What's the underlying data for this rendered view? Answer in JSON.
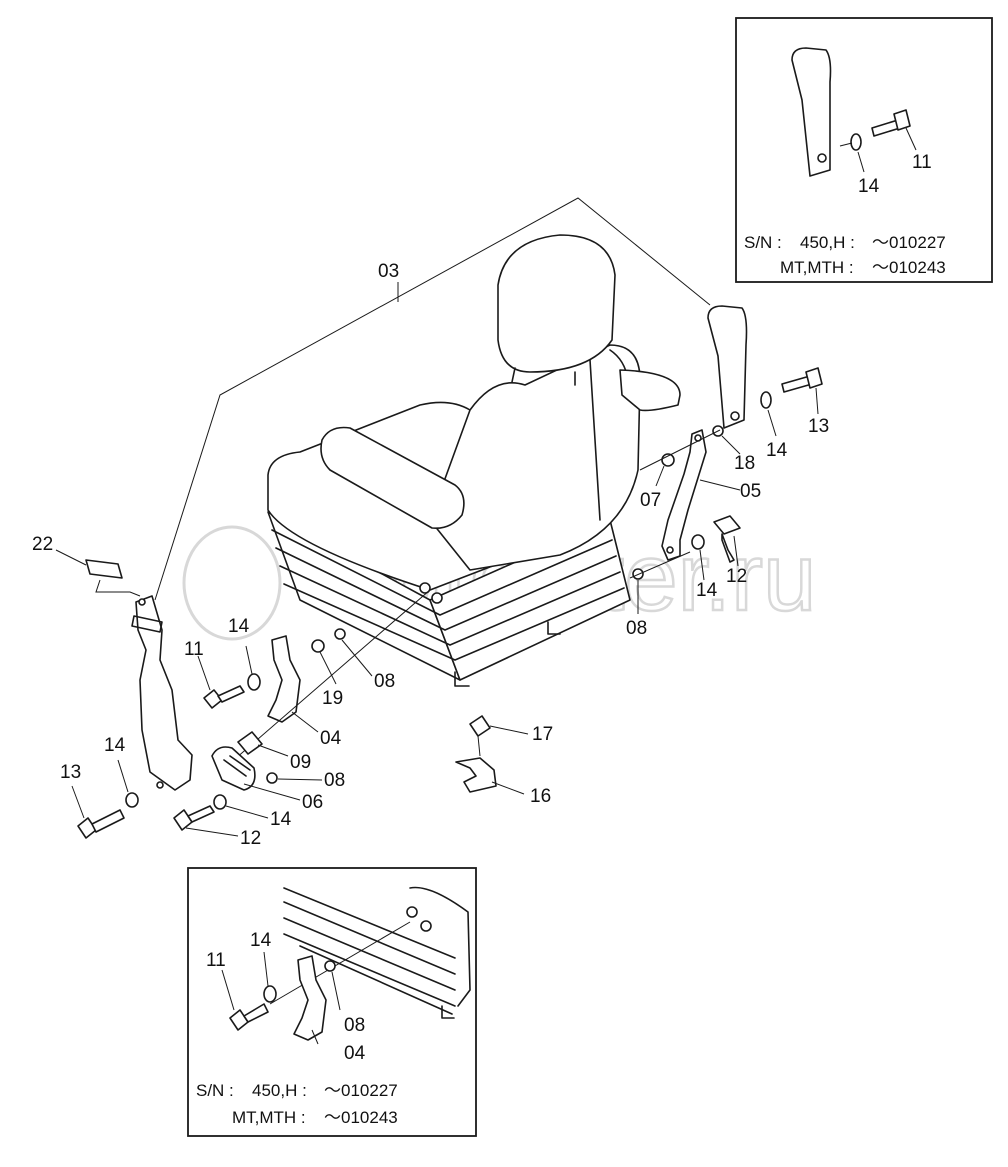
{
  "watermark": "autopiter.ru",
  "callouts": {
    "c03": "03",
    "c22": "22",
    "c11a": "11",
    "c14a": "14",
    "c19": "19",
    "c08a": "08",
    "c04": "04",
    "c09": "09",
    "c08b": "08",
    "c06": "06",
    "c14b": "14",
    "c14c": "14",
    "c13a": "13",
    "c12a": "12",
    "c17": "17",
    "c16": "16",
    "c13b": "13",
    "c14d": "14",
    "c18": "18",
    "c07": "07",
    "c05": "05",
    "c12b": "12",
    "c14e": "14",
    "c08c": "08"
  },
  "inset_top": {
    "labels": {
      "c11": "11",
      "c14": "14"
    },
    "sn_line1_label": "S/N :",
    "sn_line1_model": "450,H :",
    "sn_line1_range": "～010227",
    "sn_line2_model": "MT,MTH :",
    "sn_line2_range": "～010243"
  },
  "inset_bottom": {
    "labels": {
      "c11": "11",
      "c14": "14",
      "c08": "08",
      "c04": "04"
    },
    "sn_line1_label": "S/N :",
    "sn_line1_model": "450,H :",
    "sn_line1_range": "～010227",
    "sn_line2_model": "MT,MTH :",
    "sn_line2_range": "～010243"
  }
}
